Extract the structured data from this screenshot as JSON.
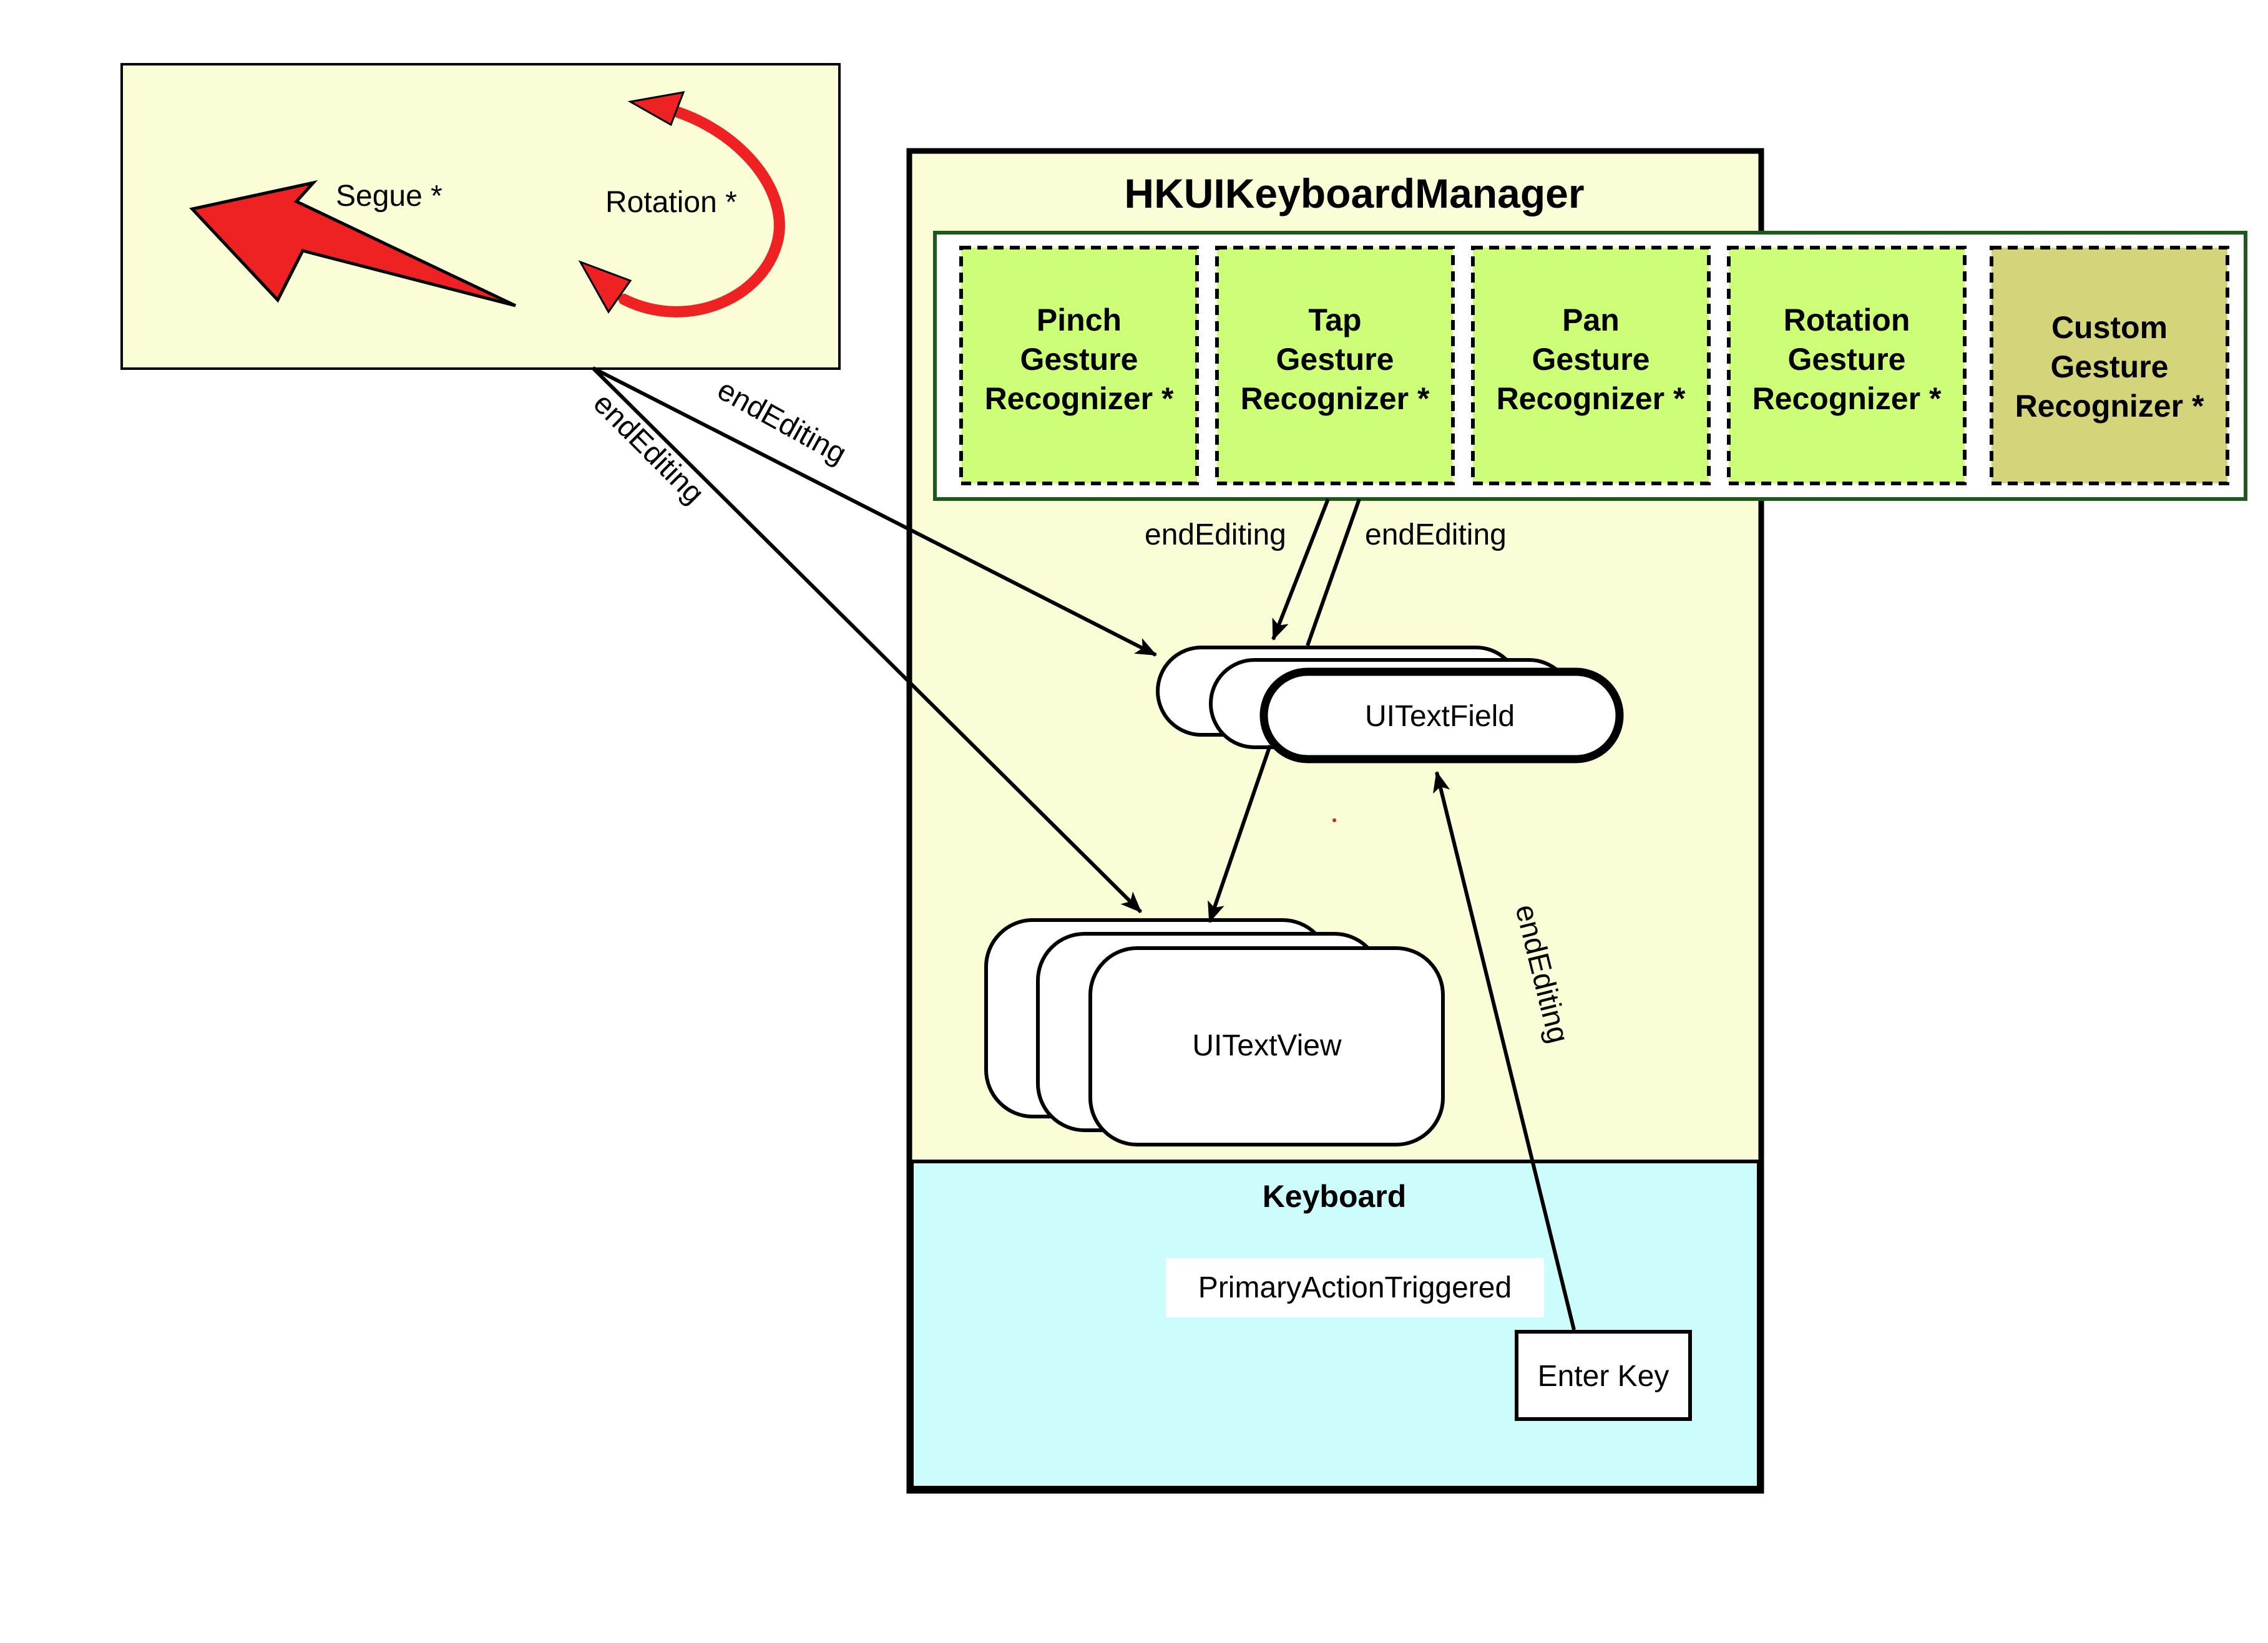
{
  "title": "HKUIKeyboardManager",
  "top_left_box": {
    "segue_label": "Segue *",
    "rotation_label": "Rotation *"
  },
  "gesture_recognizers": [
    {
      "line1": "Pinch",
      "line2": "Gesture",
      "line3": "Recognizer *",
      "fill": "#ccff77"
    },
    {
      "line1": "Tap",
      "line2": "Gesture",
      "line3": "Recognizer *",
      "fill": "#ccff77"
    },
    {
      "line1": "Pan",
      "line2": "Gesture",
      "line3": "Recognizer *",
      "fill": "#ccff77"
    },
    {
      "line1": "Rotation",
      "line2": "Gesture",
      "line3": "Recognizer *",
      "fill": "#ccff77"
    },
    {
      "line1": "Custom",
      "line2": "Gesture",
      "line3": "Recognizer *",
      "fill": "#d4d47a"
    }
  ],
  "edge_labels": {
    "end_editing_1": "endEditing",
    "end_editing_2": "endEditing",
    "end_editing_3": "endEditing",
    "end_editing_4": "endEditing",
    "end_editing_5": "endEditing"
  },
  "text_field_label": "UITextField",
  "text_view_label": "UITextView",
  "keyboard": {
    "title": "Keyboard",
    "primary_action": "PrimaryActionTriggered",
    "enter_key": "Enter Key"
  },
  "colors": {
    "panel_fill": "#fafdd6",
    "keyboard_fill": "#cdfcfc",
    "gesture_border": "#1c5a1c",
    "arrow_red": "#ee2222"
  },
  "icons": [
    "segue-arrow-icon",
    "rotation-arrow-icon"
  ]
}
